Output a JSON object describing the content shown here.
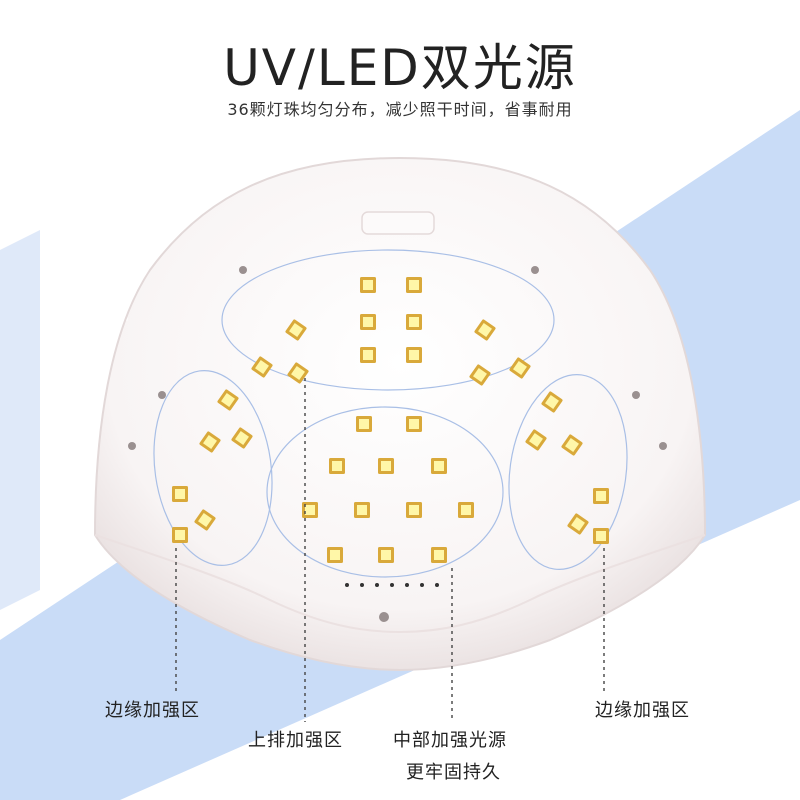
{
  "header": {
    "title": "UV/LED双光源",
    "subtitle": "36颗灯珠均匀分布，减少照干时间，省事耐用"
  },
  "labels": {
    "edge_left": "边缘加强区",
    "top_row": "上排加强区",
    "middle_line1": "中部加强光源",
    "middle_line2": "更牢固持久",
    "edge_right": "边缘加强区"
  },
  "colors": {
    "band": "#c9dcf7",
    "lamp_body": "#fbf8f8",
    "led_frame": "#d9a93a",
    "led_core": "#fff7a8",
    "zone_outline": "#a9bfe6"
  }
}
